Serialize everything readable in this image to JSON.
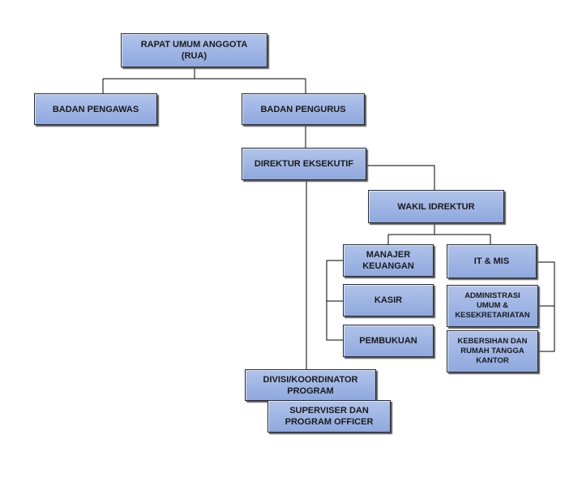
{
  "nodes": {
    "rua": "RAPAT UMUM ANGGOTA\n(RUA)",
    "pengawas": "BADAN PENGAWAS",
    "pengurus": "BADAN PENGURUS",
    "direktur": "DIREKTUR EKSEKUTIF",
    "wakil": "WAKIL IDREKTUR",
    "manajer": "MANAJER\nKEUANGAN",
    "it_mis": "IT & MIS",
    "kasir": "KASIR",
    "admin": "ADMINISTRASI\nUMUM &\nKESEKRETARIATAN",
    "pembukuan": "PEMBUKUAN",
    "kebersihan": "KEBERSIHAN DAN\nRUMAH TANGGA\nKANTOR",
    "divisi": "DIVISI/KOORDINATOR\nPROGRAM",
    "supervisor": "SUPERVISER DAN\nPROGRAM OFFICER"
  }
}
